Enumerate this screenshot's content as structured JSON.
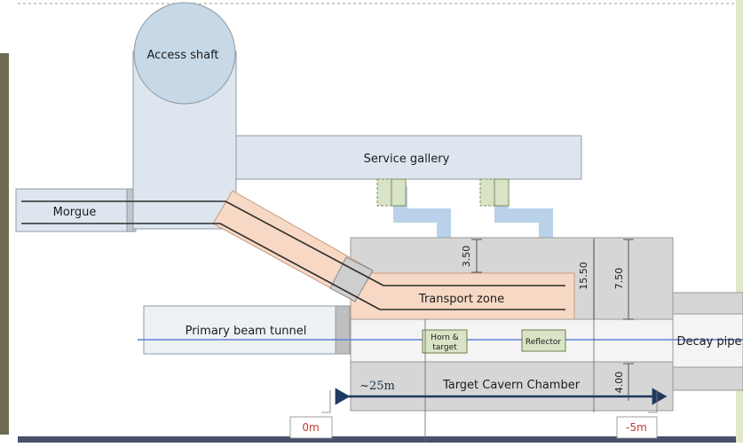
{
  "labels": {
    "access_shaft": "Access shaft",
    "service_gallery": "Service gallery",
    "morgue": "Morgue",
    "transport_zone": "Transport zone",
    "primary_beam_tunnel": "Primary beam tunnel",
    "horn_target_line1": "Horn &",
    "horn_target_line2": "target",
    "reflector": "Reflector",
    "decay_pipe": "Decay pipe",
    "target_cavern_chamber": "Target Cavern Chamber"
  },
  "dimensions": {
    "vertical_a": "3.50",
    "vertical_b": "15.50",
    "vertical_c": "7.50",
    "vertical_d": "4.00",
    "span": "~25m"
  },
  "markers": {
    "start": "0m",
    "end": "-5m"
  },
  "colors": {
    "structure_fill": "#dde6ee",
    "structure_stroke": "#8d9aa6",
    "shaft_top": "#c7d8e6",
    "cavern_fill": "#d6d6d6",
    "transport_fill": "#f7d8c4",
    "pipe_blue": "#b9d1e9",
    "beam_line": "#5f7fd6",
    "component_fill": "#d9e3c5",
    "arrow": "#1f3a5f",
    "marker_red": "#c0392b"
  }
}
